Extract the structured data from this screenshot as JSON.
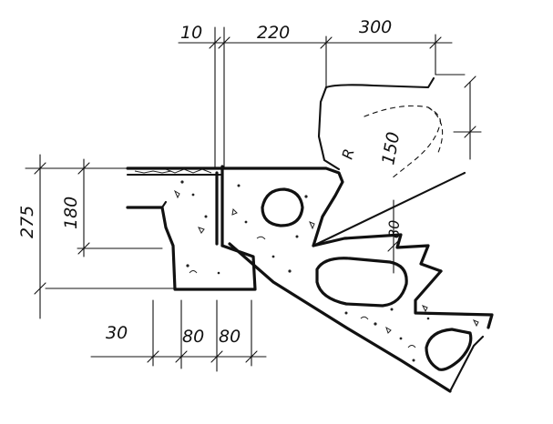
{
  "dimensions": {
    "top": [
      "10",
      "220",
      "300"
    ],
    "bottom": [
      "30",
      "80",
      "80"
    ],
    "left_outer": "275",
    "left_inner": "180",
    "vertical_150": "150",
    "small_r": "R",
    "small_80": "80"
  },
  "colors": {
    "ink": "#111111",
    "paper": "#ffffff"
  }
}
